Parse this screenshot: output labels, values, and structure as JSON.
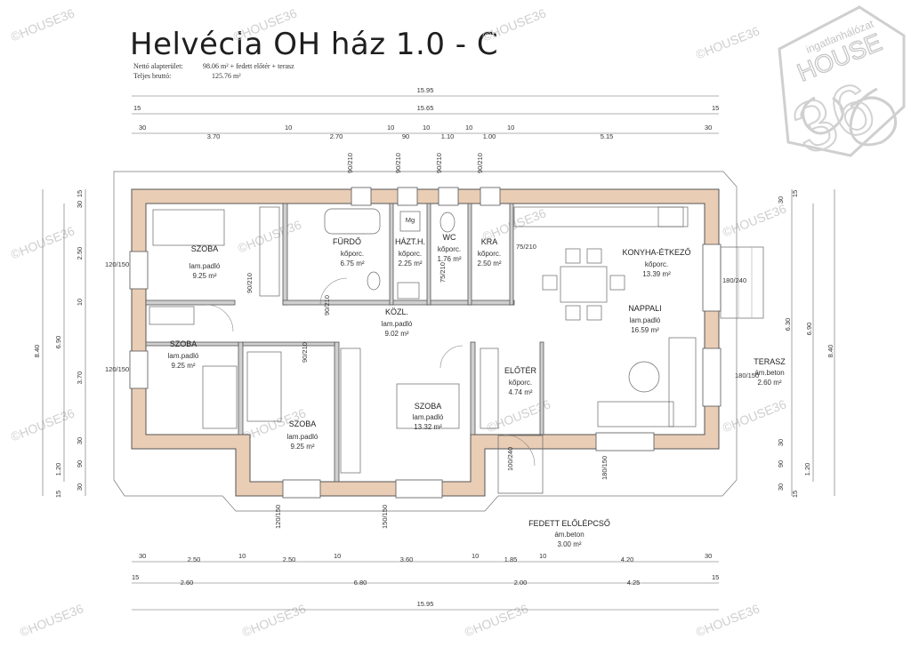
{
  "title": "Helvécia OH ház 1.0 - C",
  "meta": {
    "net_label": "Nettó alapterület:",
    "net_value": "98.06 m² + fedett előtér + terasz",
    "gross_label": "Teljes bruttó:",
    "gross_value": "125.76 m²"
  },
  "watermark": "©HOUSE36",
  "logo": {
    "line1": "ingatlanhálózat",
    "line2": "HOUSE",
    "number": "36"
  },
  "dims": {
    "top_total": "15.95",
    "top_inner": "15.65",
    "top_edge": "15",
    "top_parts": [
      "30",
      "3.70",
      "10",
      "2.70",
      "10",
      "90",
      "10",
      "1.10",
      "10",
      "1.00",
      "10",
      "5.15",
      "30"
    ],
    "bottom_parts_1": [
      "30",
      "2.50",
      "10",
      "2.50",
      "10",
      "3.60",
      "10",
      "1.85",
      "10",
      "4.20",
      "30"
    ],
    "bottom_parts_2": [
      "15",
      "2.60",
      "6.80",
      "2.00",
      "4.25",
      "15"
    ],
    "bottom_total": "15.95",
    "left_total": "8.40",
    "left_inner": "6.90",
    "left_parts": [
      "15",
      "30",
      "2.50",
      "10",
      "3.70",
      "30",
      "90",
      "1.20",
      "30",
      "15"
    ],
    "right_total": "8.40",
    "right_inner": "6.90",
    "right_parts": [
      "15",
      "30",
      "6.30",
      "30",
      "90",
      "1.20",
      "30",
      "15"
    ],
    "openings": [
      "90/210",
      "90/210",
      "90/210",
      "90/210",
      "120/150",
      "120/150",
      "180/240",
      "180/150",
      "120/150",
      "150/150",
      "180/150",
      "75/210",
      "75/210",
      "90/210",
      "90/210",
      "90/210",
      "100/240"
    ]
  },
  "rooms": [
    {
      "name": "SZOBA",
      "floor": "lam.padló",
      "area": "9.25 m²"
    },
    {
      "name": "FÜRDŐ",
      "floor": "kőporc.",
      "area": "6.75 m²"
    },
    {
      "name": "HÁZT.H.",
      "floor": "kőporc.",
      "area": "2.25 m²"
    },
    {
      "name": "WC",
      "floor": "kőporc.",
      "area": "1.76 m²"
    },
    {
      "name": "KRA",
      "floor": "kőporc.",
      "area": "2.50 m²"
    },
    {
      "name": "KONYHA-ÉTKEZŐ",
      "floor": "kőporc.",
      "area": "13.39 m²"
    },
    {
      "name": "NAPPALI",
      "floor": "lam.padló",
      "area": "16.59 m²"
    },
    {
      "name": "KÖZL.",
      "floor": "lam.padló",
      "area": "9.02 m²"
    },
    {
      "name": "SZOBA",
      "floor": "lam.padló",
      "area": "9.25 m²"
    },
    {
      "name": "SZOBA",
      "floor": "lam.padló",
      "area": "9.25 m²"
    },
    {
      "name": "SZOBA",
      "floor": "lam.padló",
      "area": "13.32 m²"
    },
    {
      "name": "ELŐTÉR",
      "floor": "kőporc.",
      "area": "4.74 m²"
    },
    {
      "name": "TERASZ",
      "floor": "ám.beton",
      "area": "2.60 m²"
    },
    {
      "name": "FEDETT ELŐLÉPCSŐ",
      "floor": "ám.beton",
      "area": "3.00 m²"
    }
  ],
  "fixture_labels": {
    "mg": "Mg"
  },
  "colors": {
    "wall": "#e9cdb5",
    "wall_line": "#555555",
    "line": "#777777"
  }
}
